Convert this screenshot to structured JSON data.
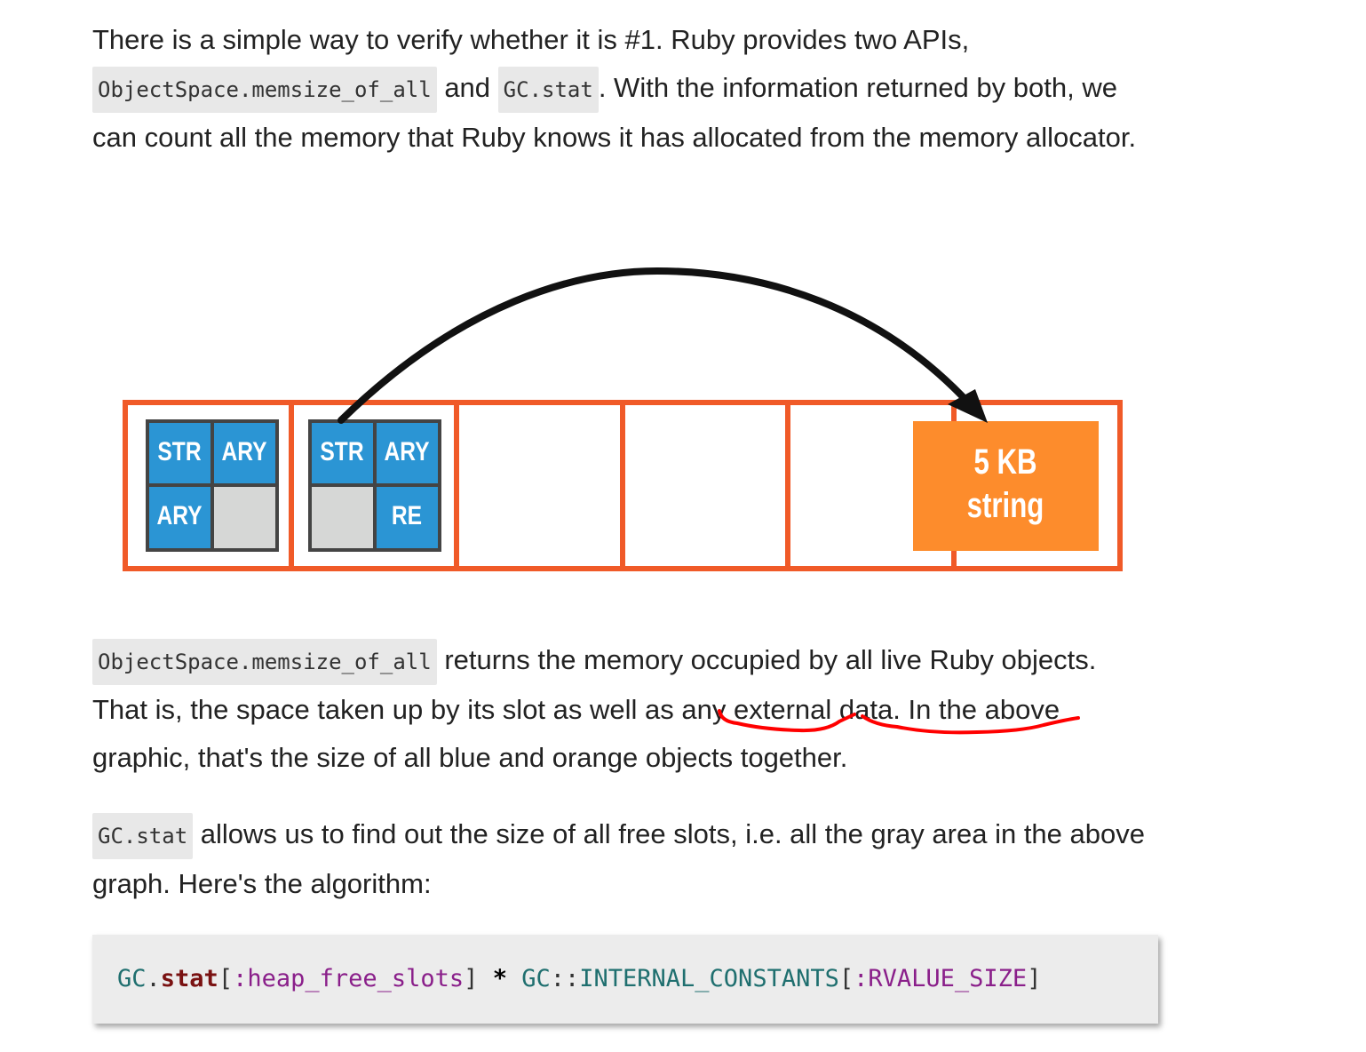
{
  "paragraph1": {
    "text_a": "There is a simple way to verify whether it is #1. Ruby provides two APIs,",
    "code1": "ObjectSpace.memsize_of_all",
    "text_b": "and",
    "code2": "GC.stat",
    "text_c": ". With the information returned by both, we can count all the memory that Ruby knows it has allocated from the memory allocator."
  },
  "diagram": {
    "page1_cells": [
      "STR",
      "ARY",
      "ARY",
      ""
    ],
    "page2_cells": [
      "STR",
      "ARY",
      "",
      "RE"
    ],
    "big_object_line1": "5 KB",
    "big_object_line2": "string",
    "colors": {
      "page_border": "#f05a28",
      "object_blue": "#2b95d4",
      "free_gray": "#d6d7d6",
      "big_orange": "#fd8c2c",
      "arrow": "#111111"
    }
  },
  "paragraph2": {
    "code": "ObjectSpace.memsize_of_all",
    "text_a": "returns the memory occupied by all live Ruby objects. That is, the space taken up by its slot",
    "highlight1": "as well as",
    "highlight2": "any external data",
    "text_b": ". In the above graphic, that's the size of all blue and orange objects together.",
    "annotation_color": "#ff0000"
  },
  "paragraph3": {
    "code": "GC.stat",
    "text": "allows us to find out the size of all free slots, i.e. all the gray area in the above graph. Here's the algorithm:"
  },
  "codeblock": {
    "t1": "GC",
    "t2": ".",
    "t3": "stat",
    "t4": "[",
    "t5": ":heap_free_slots",
    "t6": "] ",
    "t7": "*",
    "t8": " GC",
    "t9": "::",
    "t10": "INTERNAL_CONSTANTS",
    "t11": "[",
    "t12": ":RVALUE_SIZE",
    "t13": "]"
  }
}
